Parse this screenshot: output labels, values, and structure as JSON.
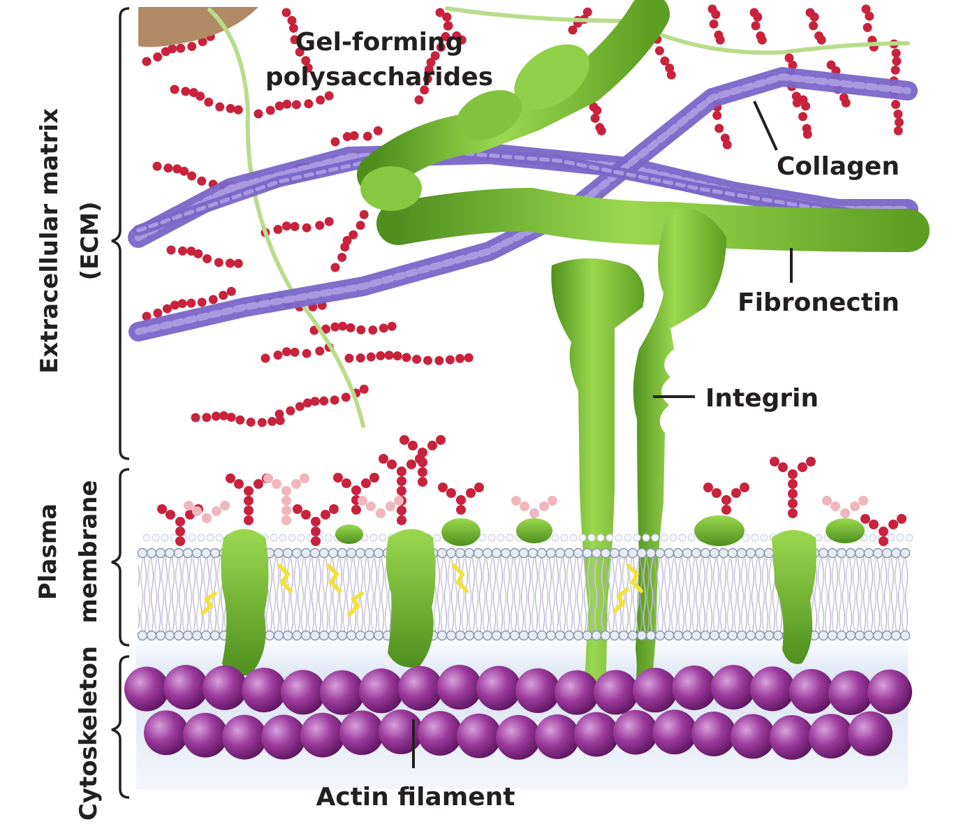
{
  "labels": {
    "gel_line1": "Gel-forming",
    "gel_line2": "polysaccharides",
    "collagen": "Collagen",
    "fibronectin": "Fibronectin",
    "integrin": "Integrin",
    "actin": "Actin filament"
  },
  "regions": {
    "ecm_line1": "Extracellular matrix",
    "ecm_line2": "(ECM)",
    "membrane_line1": "Plasma",
    "membrane_line2": "membrane",
    "cytoskeleton": "Cytoskeleton"
  },
  "colors": {
    "collagen": "#7a66c8",
    "polysaccharide": "#c8223c",
    "protein_green": "#7cc23a",
    "actin": "#8e2a8e",
    "membrane_head": "#e8ecf4",
    "cytosol": "#dfe6f4"
  }
}
